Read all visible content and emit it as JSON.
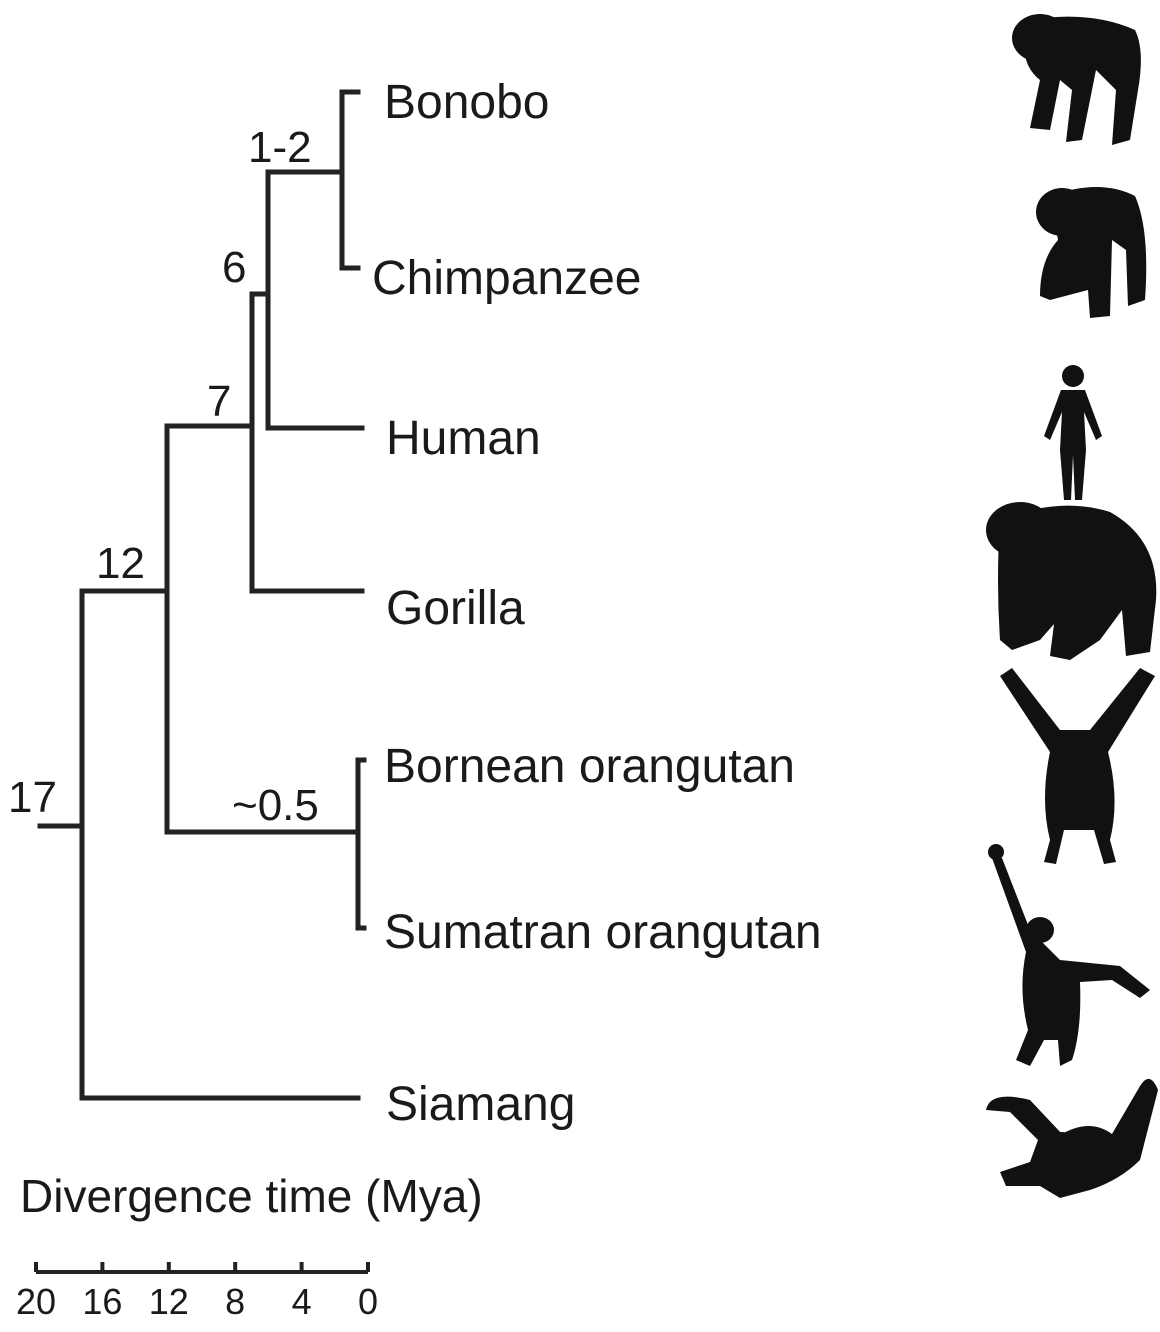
{
  "taxa": [
    {
      "id": "bonobo",
      "label": "Bonobo"
    },
    {
      "id": "chimpanzee",
      "label": "Chimpanzee"
    },
    {
      "id": "human",
      "label": "Human"
    },
    {
      "id": "gorilla",
      "label": "Gorilla"
    },
    {
      "id": "bornean",
      "label": "Bornean orangutan"
    },
    {
      "id": "sumatran",
      "label": "Sumatran orangutan"
    },
    {
      "id": "siamang",
      "label": "Siamang"
    }
  ],
  "nodes": [
    {
      "id": "n_pan",
      "label": "1-2"
    },
    {
      "id": "n_hominini",
      "label": "6"
    },
    {
      "id": "n_homininae",
      "label": "7"
    },
    {
      "id": "n_hominidae",
      "label": "12"
    },
    {
      "id": "n_pongo",
      "label": "~0.5"
    },
    {
      "id": "n_root",
      "label": "17"
    }
  ],
  "axis": {
    "title": "Divergence time (Mya)",
    "ticks": [
      "20",
      "16",
      "12",
      "8",
      "4",
      "0"
    ]
  },
  "silhouettes": [
    {
      "icon": "bonobo-silhouette-icon"
    },
    {
      "icon": "chimpanzee-silhouette-icon"
    },
    {
      "icon": "human-silhouette-icon"
    },
    {
      "icon": "gorilla-silhouette-icon"
    },
    {
      "icon": "bornean-orangutan-silhouette-icon"
    },
    {
      "icon": "sumatran-orangutan-silhouette-icon"
    },
    {
      "icon": "siamang-silhouette-icon"
    }
  ]
}
